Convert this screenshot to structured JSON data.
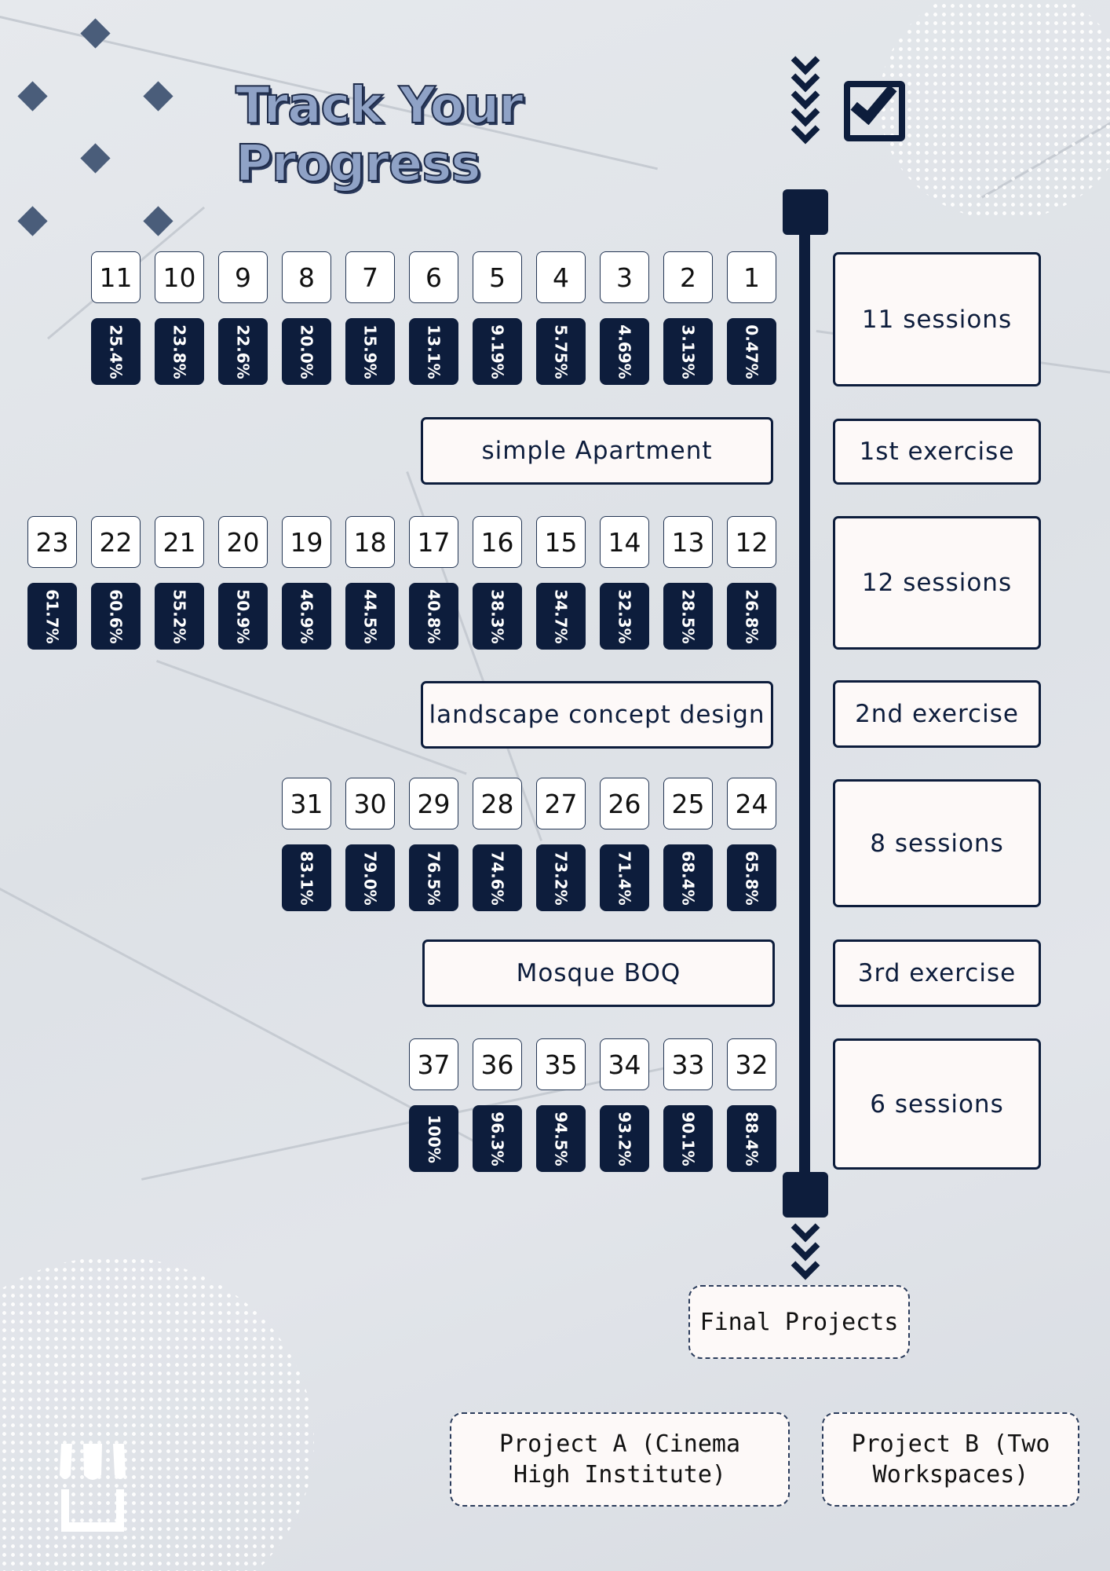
{
  "title": "Track Your Progress",
  "icons": {
    "check": "checkbox-icon",
    "chevrons": "chevron-down-icon",
    "store": "storefront-icon"
  },
  "colors": {
    "navy": "#0d1d3c",
    "box": "#fdf9f8"
  },
  "groups": [
    {
      "sessions": "11 sessions",
      "items": [
        {
          "n": "11",
          "p": "25.4%"
        },
        {
          "n": "10",
          "p": "23.8%"
        },
        {
          "n": "9",
          "p": "22.6%"
        },
        {
          "n": "8",
          "p": "20.0%"
        },
        {
          "n": "7",
          "p": "15.9%"
        },
        {
          "n": "6",
          "p": "13.1%"
        },
        {
          "n": "5",
          "p": "9.19%"
        },
        {
          "n": "4",
          "p": "5.75%"
        },
        {
          "n": "3",
          "p": "4.69%"
        },
        {
          "n": "2",
          "p": "3.13%"
        },
        {
          "n": "1",
          "p": "0.47%"
        }
      ],
      "name": "simple Apartment",
      "exercise": "1st exercise"
    },
    {
      "sessions": "12 sessions",
      "items": [
        {
          "n": "23",
          "p": "61.7%"
        },
        {
          "n": "22",
          "p": "60.6%"
        },
        {
          "n": "21",
          "p": "55.2%"
        },
        {
          "n": "20",
          "p": "50.9%"
        },
        {
          "n": "19",
          "p": "46.9%"
        },
        {
          "n": "18",
          "p": "44.5%"
        },
        {
          "n": "17",
          "p": "40.8%"
        },
        {
          "n": "16",
          "p": "38.3%"
        },
        {
          "n": "15",
          "p": "34.7%"
        },
        {
          "n": "14",
          "p": "32.3%"
        },
        {
          "n": "13",
          "p": "28.5%"
        },
        {
          "n": "12",
          "p": "26.8%"
        }
      ],
      "name": "landscape concept design",
      "exercise": "2nd exercise"
    },
    {
      "sessions": "8 sessions",
      "items": [
        {
          "n": "31",
          "p": "83.1%"
        },
        {
          "n": "30",
          "p": "79.0%"
        },
        {
          "n": "29",
          "p": "76.5%"
        },
        {
          "n": "28",
          "p": "74.6%"
        },
        {
          "n": "27",
          "p": "73.2%"
        },
        {
          "n": "26",
          "p": "71.4%"
        },
        {
          "n": "25",
          "p": "68.4%"
        },
        {
          "n": "24",
          "p": "65.8%"
        }
      ],
      "name": "Mosque BOQ",
      "exercise": "3rd exercise"
    },
    {
      "sessions": "6 sessions",
      "items": [
        {
          "n": "37",
          "p": "100%"
        },
        {
          "n": "36",
          "p": "96.3%"
        },
        {
          "n": "35",
          "p": "94.5%"
        },
        {
          "n": "34",
          "p": "93.2%"
        },
        {
          "n": "33",
          "p": "90.1%"
        },
        {
          "n": "32",
          "p": "88.4%"
        }
      ]
    }
  ],
  "final": {
    "label": "Final Projects",
    "projects": [
      "Project A (Cinema High Institute)",
      "Project B (Two Workspaces)"
    ]
  }
}
